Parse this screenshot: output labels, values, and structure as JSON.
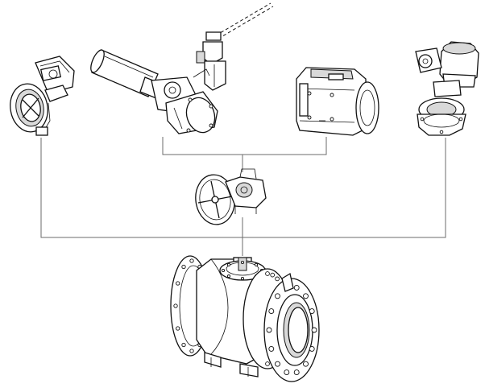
{
  "diagram": {
    "components": [
      {
        "id": "gear-operator-small",
        "icon": "gear-operator-icon"
      },
      {
        "id": "pneumatic-linear-actuator",
        "icon": "linear-actuator-icon"
      },
      {
        "id": "pneumatic-rack-pinion-actuator",
        "icon": "rack-pinion-actuator-icon"
      },
      {
        "id": "electric-actuator",
        "icon": "electric-actuator-icon"
      },
      {
        "id": "handwheel-gear-operator",
        "icon": "handwheel-icon"
      },
      {
        "id": "trunnion-ball-valve",
        "icon": "ball-valve-icon"
      }
    ],
    "connections": [
      [
        "pneumatic-linear-actuator",
        "handwheel-gear-operator"
      ],
      [
        "pneumatic-rack-pinion-actuator",
        "handwheel-gear-operator"
      ],
      [
        "gear-operator-small",
        "trunnion-ball-valve"
      ],
      [
        "electric-actuator",
        "trunnion-ball-valve"
      ],
      [
        "handwheel-gear-operator",
        "trunnion-ball-valve"
      ]
    ]
  }
}
